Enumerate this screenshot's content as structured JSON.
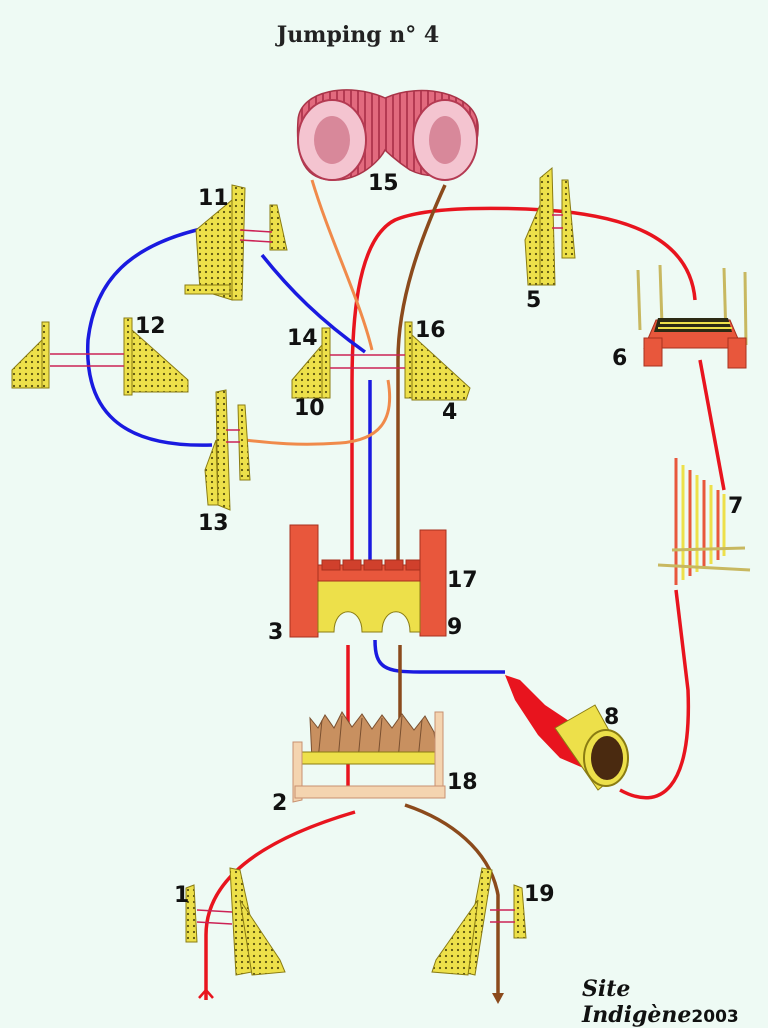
{
  "title": "Jumping n° 4",
  "signature": {
    "text": "Site Indigène",
    "year": "2003"
  },
  "labels": [
    "1",
    "2",
    "3",
    "4",
    "5",
    "6",
    "7",
    "8",
    "9",
    "10",
    "11",
    "12",
    "13",
    "14",
    "15",
    "16",
    "17",
    "18",
    "19"
  ],
  "colors": {
    "background": "#eefaf4",
    "path_red": "#e8141e",
    "path_blue": "#1a1ae0",
    "path_brown": "#8b4a1c",
    "path_orange": "#f08a4a",
    "hurdle_yellow": "#ede04a",
    "wall_red": "#e8573c",
    "tunnel_pink": "#e26a7e"
  },
  "icons": [
    "hurdle-icon",
    "tunnel-icon",
    "table-icon",
    "weave-poles-icon",
    "chute-icon",
    "wall-icon",
    "brush-jump-icon",
    "start-arrow-icon",
    "finish-arrow-icon"
  ]
}
